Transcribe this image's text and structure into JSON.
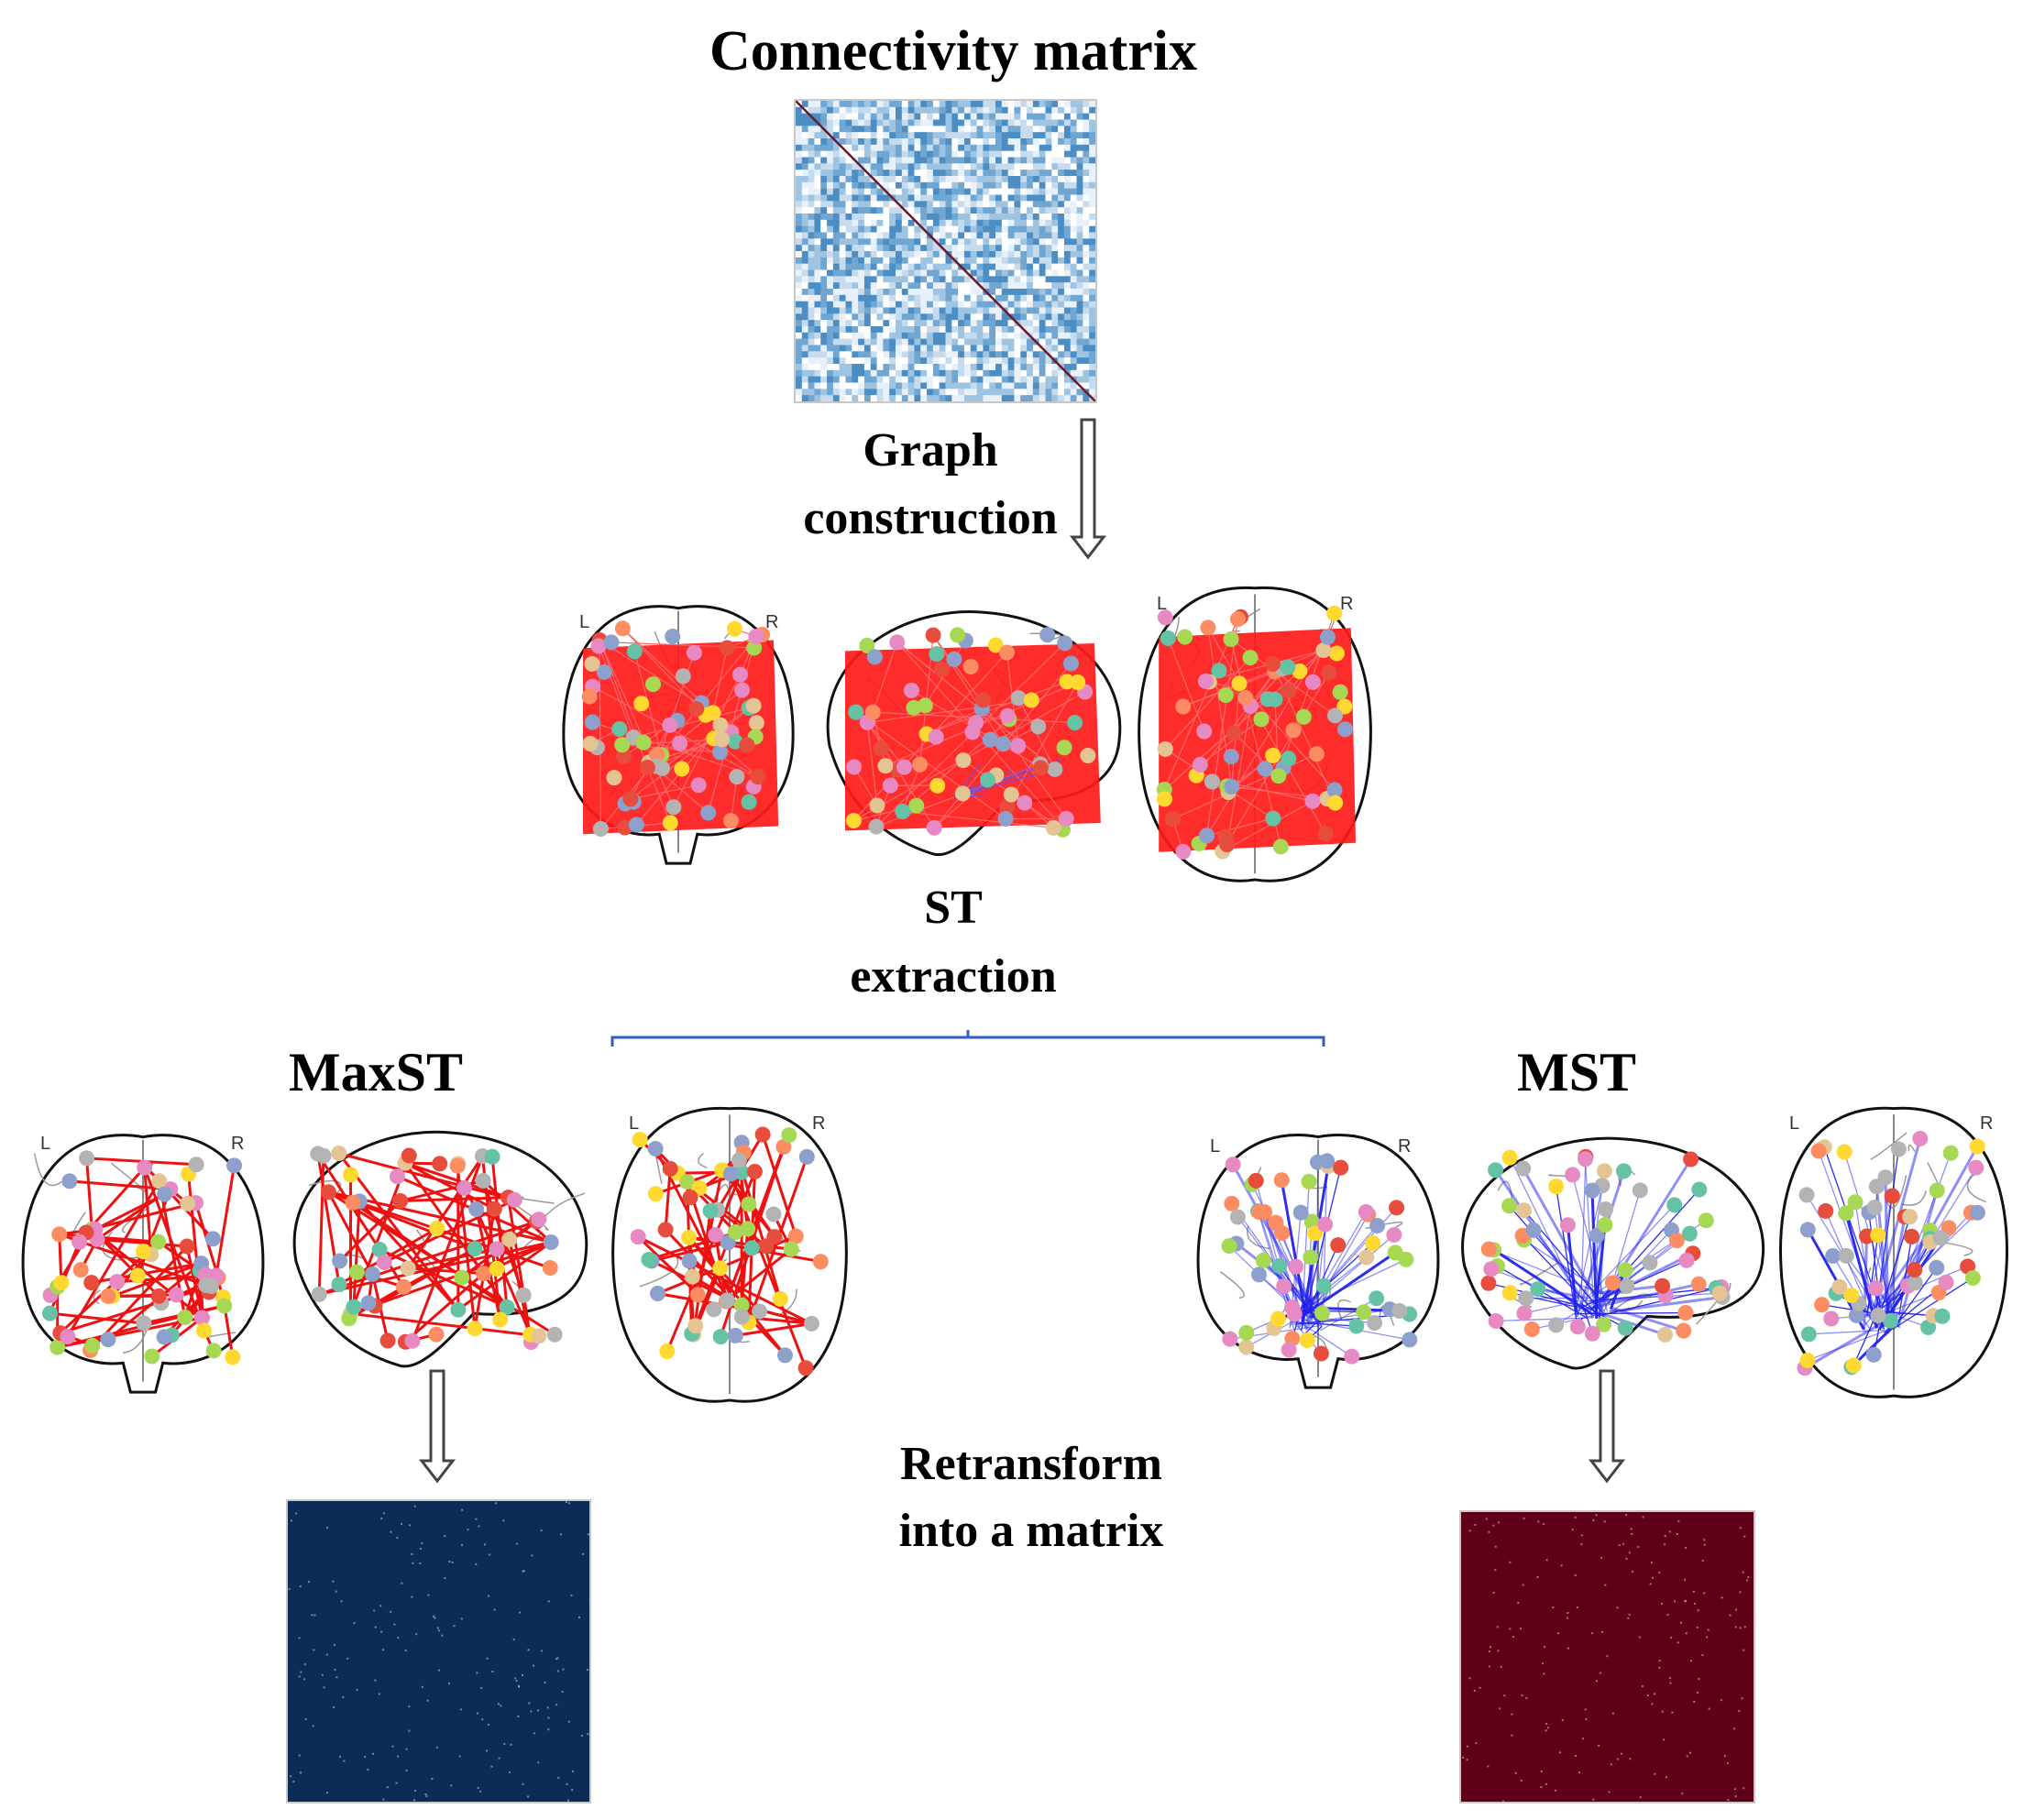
{
  "title": "Connectivity matrix",
  "steps": {
    "graph": [
      "Graph",
      "construction"
    ],
    "st": [
      "ST",
      "extraction"
    ],
    "retransform": [
      "Retransform",
      "into a matrix"
    ]
  },
  "branches": {
    "left": "MaxST",
    "right": "MST"
  },
  "brain_labels": {
    "left": "L",
    "right": "R"
  },
  "colors": {
    "full_graph_edges": "#ff1a1a",
    "maxst_edges": "#ee1111",
    "mst_edges": "#2222ee",
    "maxst_matrix": "#0c2c58",
    "mst_matrix": "#5e0017",
    "connectivity_matrix": "#dbe9f5",
    "bracket": "#2f5fbf"
  }
}
